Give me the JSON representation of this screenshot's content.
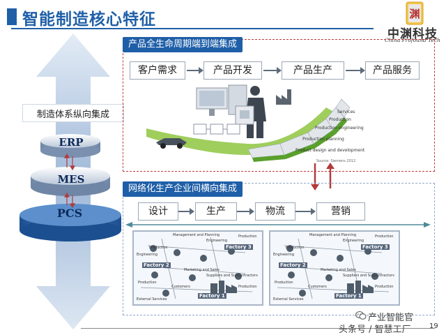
{
  "slide": {
    "title": "智能制造核心特征",
    "page_number": "19"
  },
  "logo": {
    "seal_char": "渊",
    "name_cn": "中渊科技",
    "name_en": "China Profound Tech"
  },
  "vertical_integration": {
    "label": "制造体系纵向集成",
    "layers": [
      "ERP",
      "MES",
      "PCS"
    ]
  },
  "end_to_end": {
    "title": "产品全生命周期端到端集成",
    "steps": [
      "客户需求",
      "产品开发",
      "产品生产",
      "产品服务"
    ],
    "stages": [
      "Services",
      "Production",
      "Production engineering",
      "Production planning",
      "Product design and development"
    ],
    "source": "Source: Siemens 2012"
  },
  "horizontal_integration": {
    "title": "网络化生产企业间横向集成",
    "steps": [
      "设计",
      "生产",
      "物流",
      "营销"
    ],
    "factory_left": {
      "factories": [
        "Factory 1",
        "Factory 2",
        "Factory 3"
      ],
      "labels": [
        "Management and Planning",
        "Engineering",
        "Production",
        "Marketing and Sales",
        "Suppliers and Subcontractors",
        "Customers",
        "External Services",
        "Production",
        "Engineering",
        "Production",
        "Production"
      ]
    },
    "factory_right": {
      "factories": [
        "Factory 1",
        "Factory 2",
        "Factory 3"
      ],
      "labels": [
        "Management and Planning",
        "Engineering",
        "Production",
        "Marketing and Sales",
        "Suppliers and Subcontractors",
        "Customers",
        "External Services",
        "Production",
        "Engineering",
        "Production",
        "Production"
      ]
    }
  },
  "watermark": {
    "line1": "产业智能官",
    "line2": "头条号 / 智慧工厂"
  },
  "colors": {
    "brand_blue": "#1f5fa8",
    "dashed_red": "#c0393b",
    "arrow_red": "#b23a3a"
  }
}
